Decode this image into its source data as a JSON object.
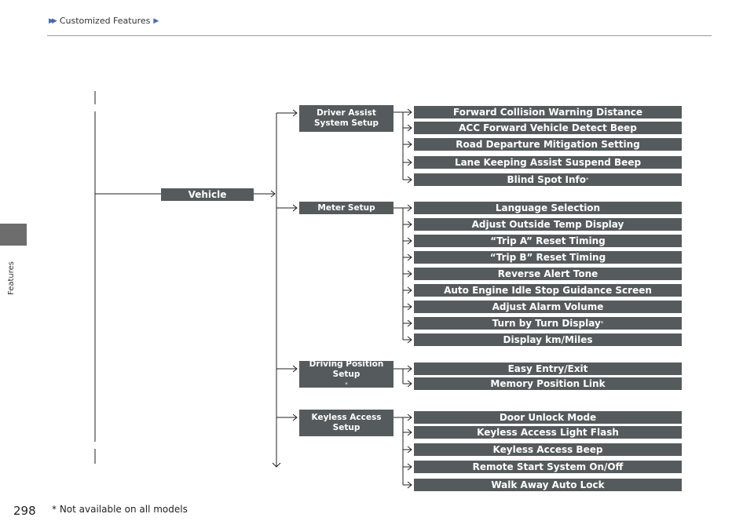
{
  "header": {
    "breadcrumb": "Customized Features"
  },
  "side_tab": {
    "label": "Features"
  },
  "tree": {
    "root": "Vehicle",
    "categories": [
      {
        "label": "Driver Assist System Setup",
        "items": [
          "Forward Collision Warning Distance",
          "ACC Forward Vehicle Detect Beep",
          "Road Departure Mitigation Setting",
          "Lane Keeping Assist Suspend Beep",
          "Blind Spot Info"
        ]
      },
      {
        "label": "Meter Setup",
        "items": [
          "Language Selection",
          "Adjust Outside Temp Display",
          "“Trip A” Reset Timing",
          "“Trip B” Reset Timing",
          "Reverse Alert Tone",
          "Auto Engine Idle Stop Guidance Screen",
          "Adjust Alarm Volume",
          "Turn by Turn Display",
          "Display km/Miles"
        ]
      },
      {
        "label": "Driving Position Setup",
        "items": [
          "Easy Entry/Exit",
          "Memory Position Link"
        ]
      },
      {
        "label": "Keyless Access Setup",
        "items": [
          "Door Unlock Mode",
          "Keyless Access Light Flash",
          "Keyless Access Beep",
          "Remote Start System On/Off",
          "Walk Away Auto Lock"
        ]
      }
    ]
  },
  "footer": {
    "page_number": "298",
    "footnote": "* Not available on all models",
    "asterisk": "*"
  }
}
